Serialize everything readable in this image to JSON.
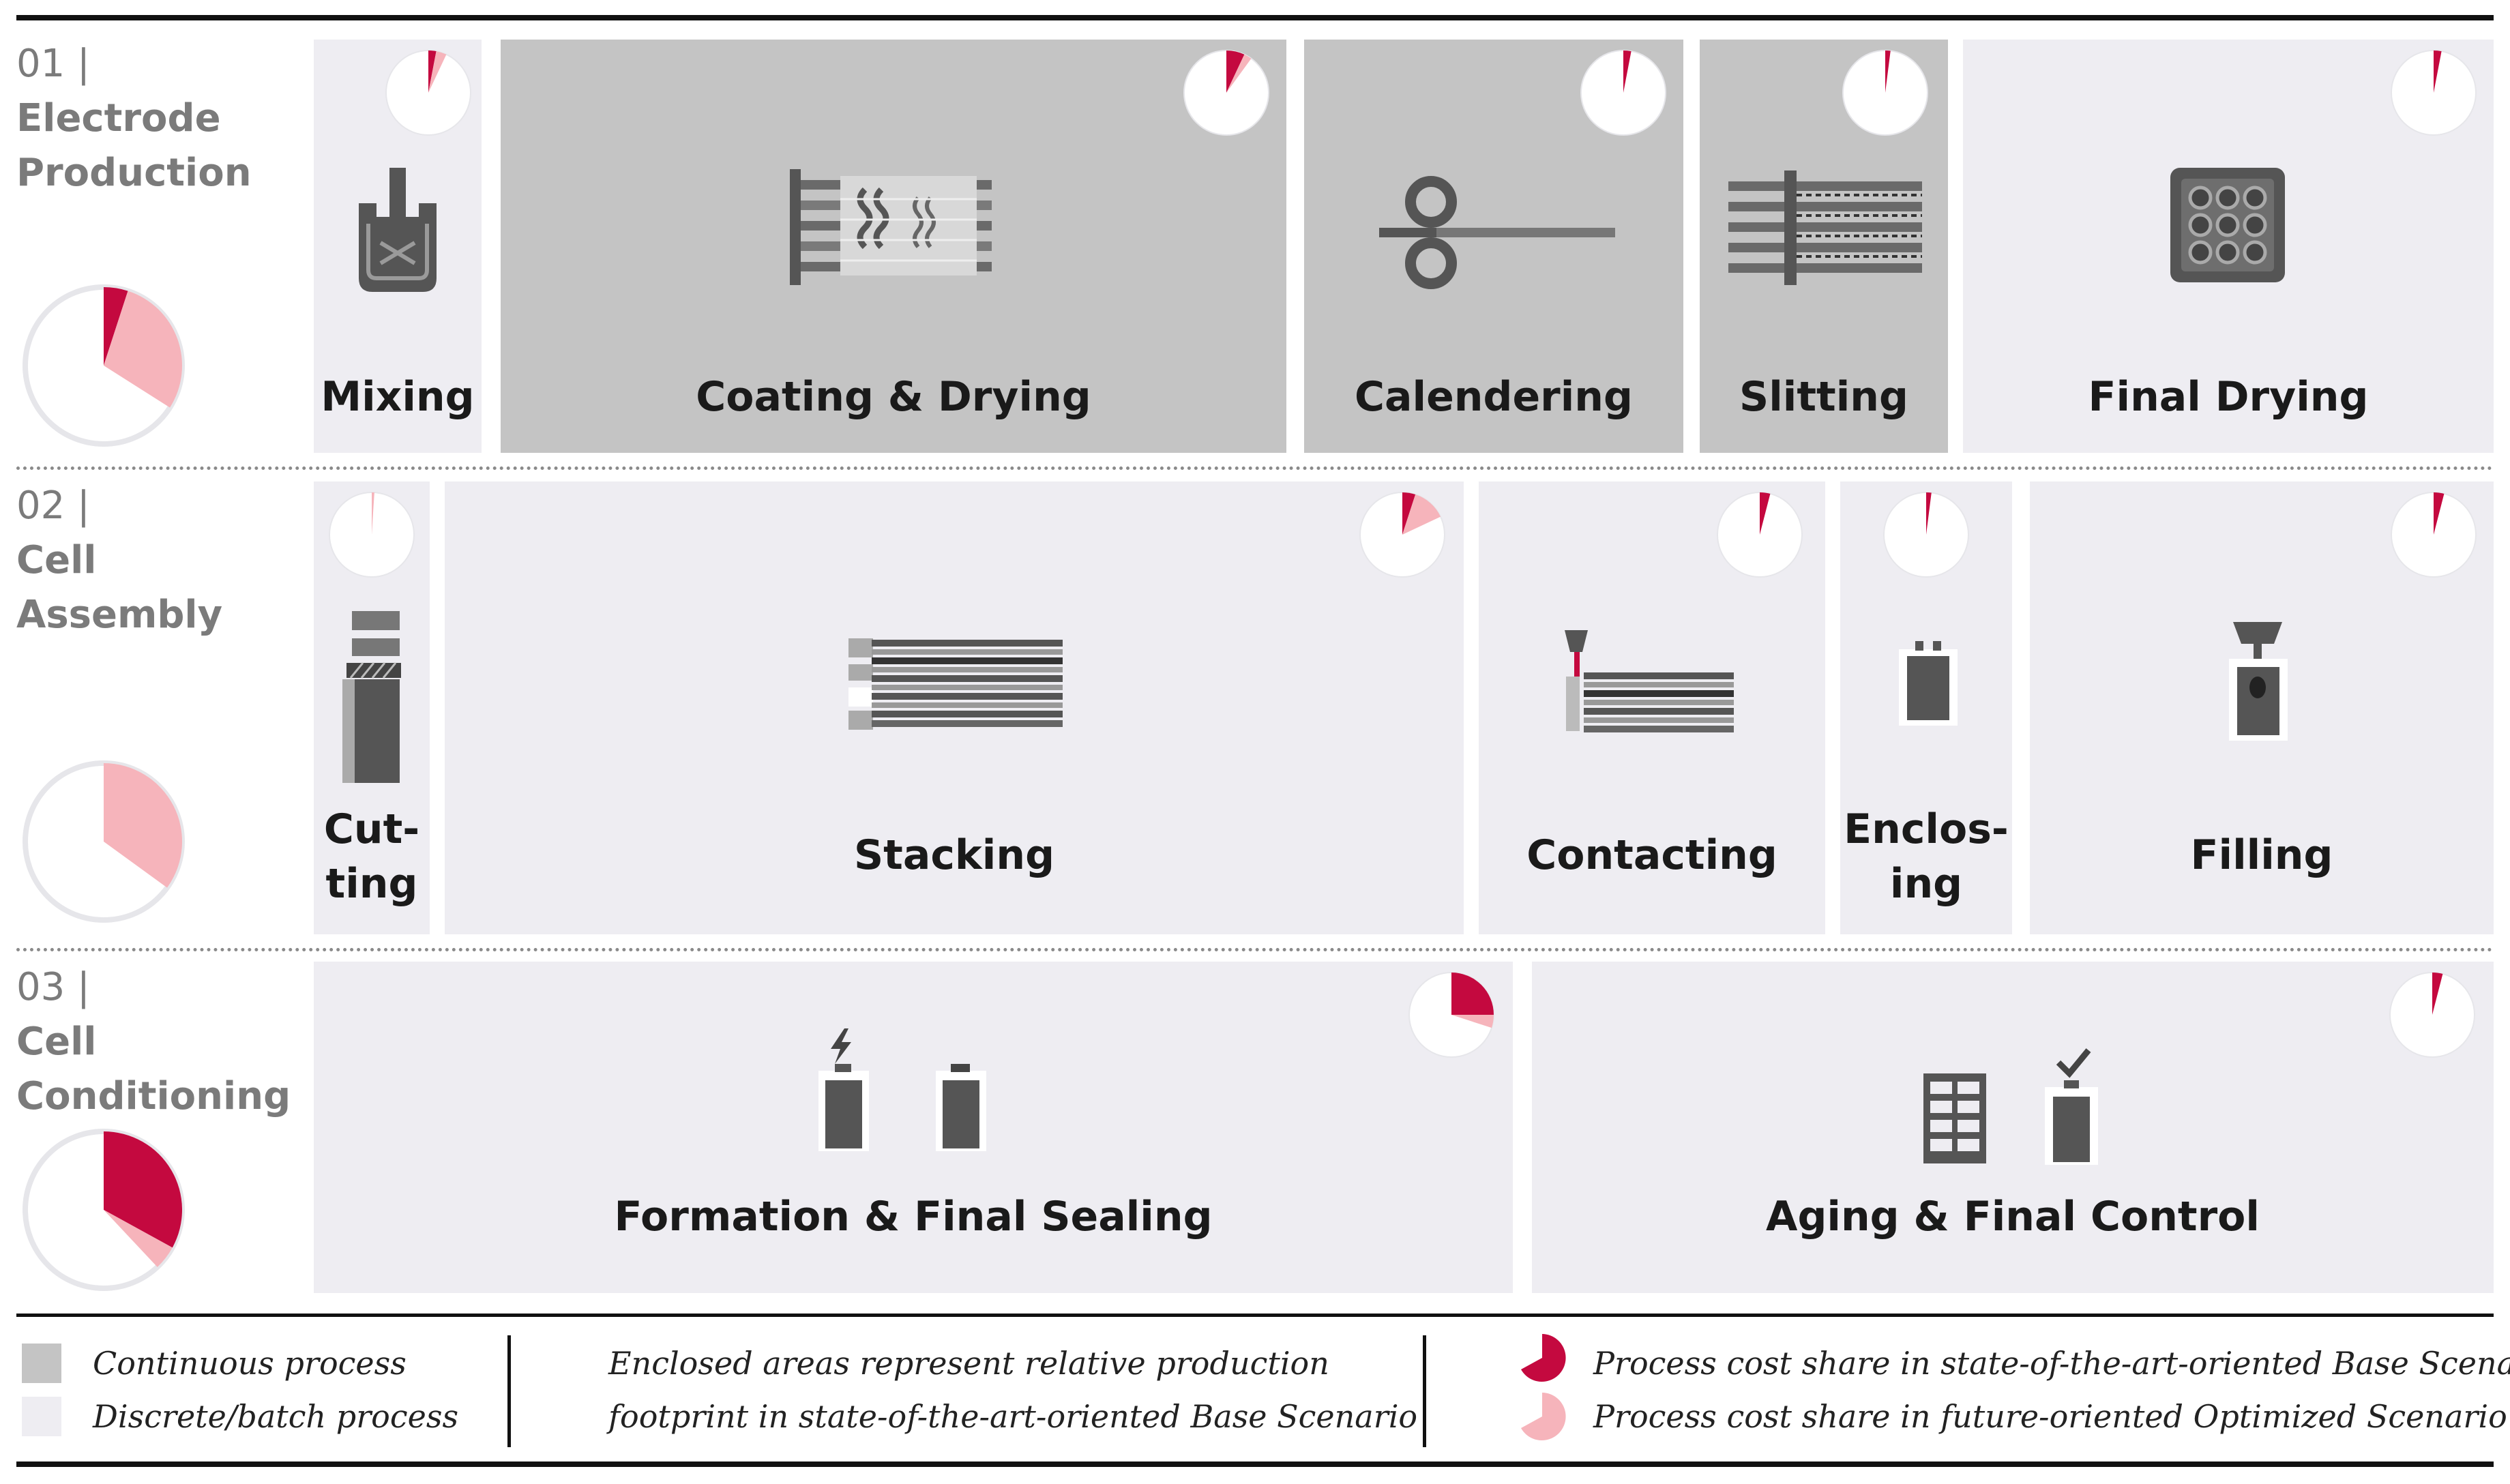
{
  "colors": {
    "base_share": "#c4093f",
    "optimized_share": "#f6b4bb",
    "continuous": "#c4c4c4",
    "discrete": "#eeedf2",
    "icon_dark": "#555555"
  },
  "sections": [
    {
      "number": "01 |",
      "line1": "Electrode",
      "line2": "Production",
      "base_share": 0.05,
      "optimized_share": 0.29
    },
    {
      "number": "02 |",
      "line1": "Cell",
      "line2": "Assembly",
      "base_share": 0.0,
      "optimized_share": 0.35
    },
    {
      "number": "03 |",
      "line1": "Cell",
      "line2": "Conditioning",
      "base_share": 0.33,
      "optimized_share": 0.05
    }
  ],
  "steps": [
    {
      "label": "Mixing",
      "process": "batch",
      "icon": "mixer-icon",
      "base_share": 0.03,
      "optimized_share": 0.04
    },
    {
      "label": "Coating & Drying",
      "process": "continuous",
      "icon": "coating-drying-icon",
      "base_share": 0.07,
      "optimized_share": 0.03
    },
    {
      "label": "Calendering",
      "process": "continuous",
      "icon": "calender-rollers-icon",
      "base_share": 0.03,
      "optimized_share": 0.0
    },
    {
      "label": "Slitting",
      "process": "continuous",
      "icon": "slitter-icon",
      "base_share": 0.02,
      "optimized_share": 0.0
    },
    {
      "label": "Final Drying",
      "process": "batch",
      "icon": "drying-oven-icon",
      "base_share": 0.03,
      "optimized_share": 0.0
    },
    {
      "label_lines": [
        "Cut-",
        "ting"
      ],
      "process": "batch",
      "icon": "cutting-icon",
      "base_share": 0.0,
      "optimized_share": 0.01
    },
    {
      "label": "Stacking",
      "process": "batch",
      "icon": "stacking-icon",
      "base_share": 0.05,
      "optimized_share": 0.13
    },
    {
      "label": "Contacting",
      "process": "batch",
      "icon": "contacting-icon",
      "base_share": 0.04,
      "optimized_share": 0.0
    },
    {
      "label_lines": [
        "Enclos-",
        "ing"
      ],
      "process": "batch",
      "icon": "enclosing-icon",
      "base_share": 0.02,
      "optimized_share": 0.0
    },
    {
      "label": "Filling",
      "process": "batch",
      "icon": "filling-icon",
      "base_share": 0.04,
      "optimized_share": 0.0
    },
    {
      "label": "Formation & Final Sealing",
      "process": "batch",
      "icon": "formation-icon",
      "base_share": 0.25,
      "optimized_share": 0.05
    },
    {
      "label": "Aging & Final Control",
      "process": "batch",
      "icon": "aging-control-icon",
      "base_share": 0.04,
      "optimized_share": 0.0
    }
  ],
  "legend": {
    "continuous": "Continuous process",
    "discrete": "Discrete/batch process",
    "area_line1": "Enclosed areas represent relative production",
    "area_line2": "footprint in state-of-the-art-oriented Base Scenario",
    "base_share": "Process cost share in state-of-the-art-oriented Base Scenario",
    "optimized_share": "Process cost share in future-oriented Optimized Scenario"
  }
}
